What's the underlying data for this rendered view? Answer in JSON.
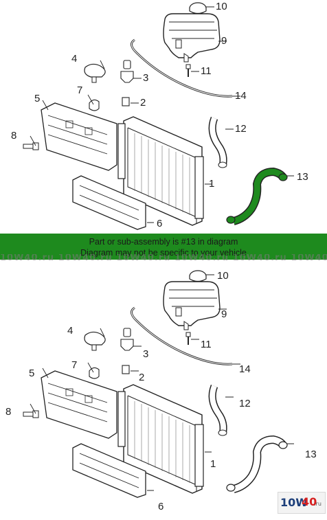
{
  "banner": {
    "line1": "Part or sub-assembly is #13 in diagram",
    "line2": "Diagram may not be specific to your vehicle"
  },
  "watermark": {
    "repeat_text": "10W40.ru"
  },
  "logo": {
    "part1": "10W",
    "part2": "40",
    "part3": ".ru"
  },
  "highlight_color": "#1e8a1e",
  "callouts": {
    "c1": "1",
    "c2": "2",
    "c3": "3",
    "c4": "4",
    "c5": "5",
    "c6": "6",
    "c7": "7",
    "c8": "8",
    "c9": "9",
    "c10": "10",
    "c11": "11",
    "c12": "12",
    "c13": "13",
    "c14": "14"
  }
}
